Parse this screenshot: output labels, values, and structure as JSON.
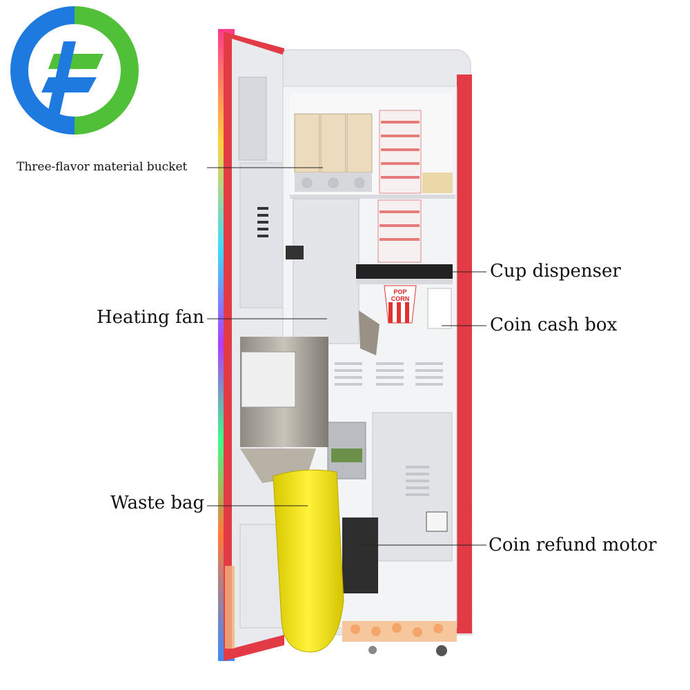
{
  "logo": {
    "icon": "brand-logo-icon",
    "colors": {
      "blue": "#1f7ae0",
      "green": "#4fc038"
    }
  },
  "machine": {
    "cup_text_1": "POP",
    "cup_text_2": "CORN",
    "colors": {
      "body_red": "#e23b46",
      "interior": "#f2f3f5"
    }
  },
  "labels": {
    "three_flavor_bucket": "Three-flavor material bucket",
    "heating_fan": "Heating fan",
    "waste_bag": "Waste bag",
    "cup_dispenser": "Cup dispenser",
    "coin_cash_box": "Coin cash box",
    "coin_refund_motor": "Coin refund motor"
  }
}
